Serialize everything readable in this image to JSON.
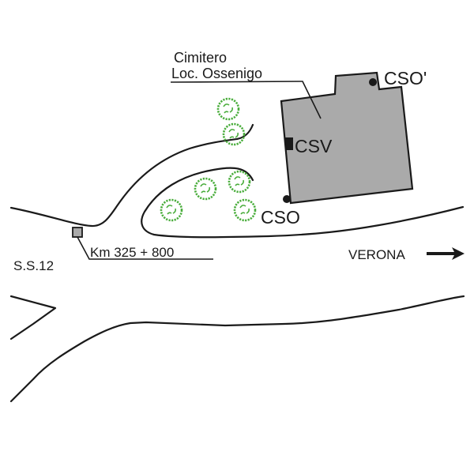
{
  "map": {
    "title": "Cimitero Loc. Ossenigo site map",
    "colors": {
      "building_fill": "#aaaaaa",
      "line": "#1a1a1a",
      "tree": "#4aad3c",
      "marker_fill": "#aaaaaa"
    },
    "labels": {
      "cemetery_line1": "Cimitero",
      "cemetery_line2": "Loc. Ossenigo",
      "cso_prime": "CSO'",
      "csv": "CSV",
      "cso": "CSO",
      "road_name": "S.S.12",
      "km_marker": "Km 325 + 800",
      "direction": "VERONA"
    },
    "features": [
      {
        "type": "building",
        "name": "Cimitero Loc. Ossenigo"
      },
      {
        "type": "point",
        "name": "CSO'",
        "symbol": "dot"
      },
      {
        "type": "point",
        "name": "CSV",
        "symbol": "square"
      },
      {
        "type": "point",
        "name": "CSO",
        "symbol": "dot"
      },
      {
        "type": "marker",
        "name": "Km 325 + 800",
        "symbol": "grey-square"
      },
      {
        "type": "trees",
        "count": 6
      },
      {
        "type": "road",
        "name": "S.S.12"
      },
      {
        "type": "direction-arrow",
        "name": "VERONA",
        "icon": "arrow-right-icon"
      }
    ]
  }
}
